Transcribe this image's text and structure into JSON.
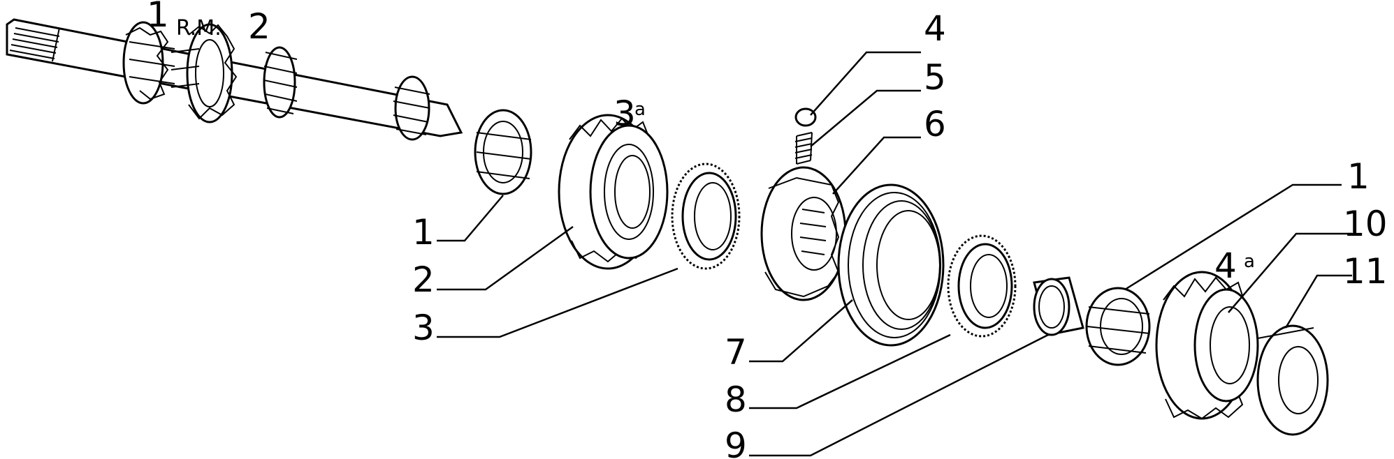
{
  "diagram": {
    "callouts": [
      {
        "id": "c1a",
        "text": "1"
      },
      {
        "id": "c2a",
        "text": "2"
      },
      {
        "id": "c3",
        "text": "3"
      },
      {
        "id": "c7",
        "text": "7"
      },
      {
        "id": "c8",
        "text": "8"
      },
      {
        "id": "c9",
        "text": "9"
      },
      {
        "id": "c4",
        "text": "4"
      },
      {
        "id": "c5",
        "text": "5"
      },
      {
        "id": "c6",
        "text": "6"
      },
      {
        "id": "c1b",
        "text": "1"
      },
      {
        "id": "c10",
        "text": "10"
      },
      {
        "id": "c11",
        "text": "11"
      }
    ],
    "shaft_labels": {
      "left": "1",
      "rm": "R.M.",
      "right": "2"
    },
    "gear3": {
      "num": "3",
      "sup": "a"
    },
    "gear4": {
      "num": "4",
      "sup": "a"
    }
  }
}
